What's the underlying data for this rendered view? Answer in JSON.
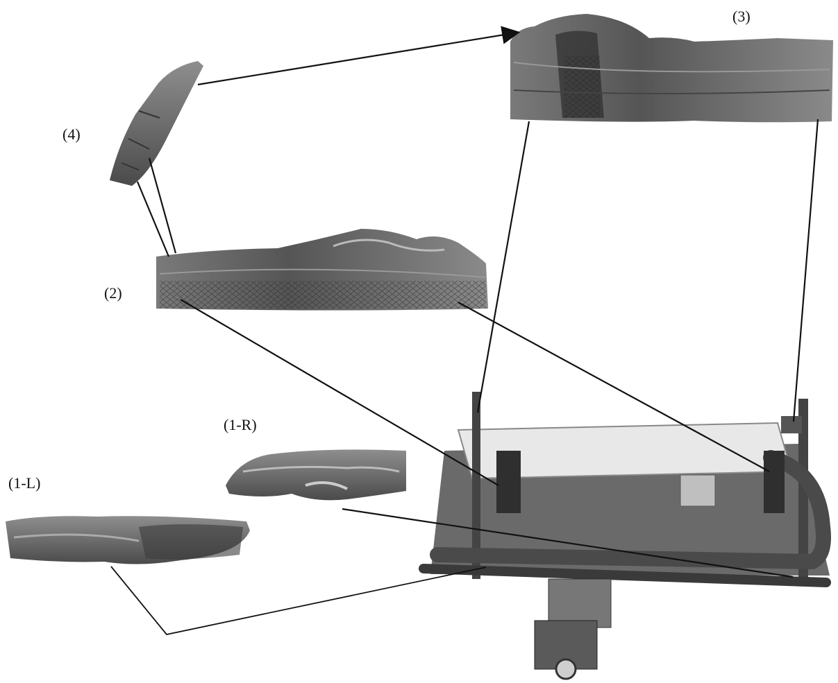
{
  "labels": {
    "log_1_left": "(1-L)",
    "log_1_right": "(1-R)",
    "log_2": "(2)",
    "log_3": "(3)",
    "log_4": "(4)"
  },
  "colors": {
    "line": "#111111",
    "bark_light": "#9a9a9a",
    "bark_mid": "#6f6f6f",
    "bark_dark": "#3a3a3a",
    "metal": "#555555"
  }
}
